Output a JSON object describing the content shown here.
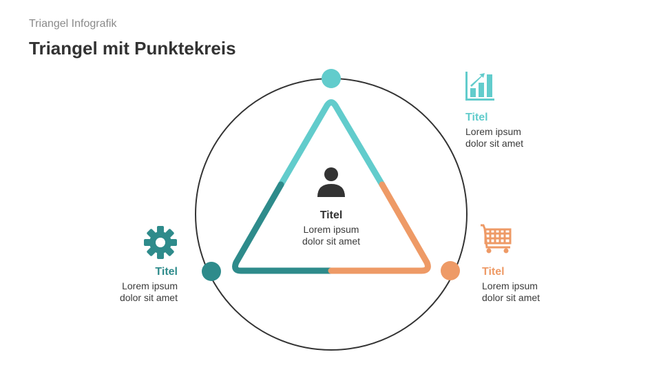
{
  "header": {
    "subtitle": "Triangel Infografik",
    "title": "Triangel mit Punktekreis"
  },
  "colors": {
    "light_teal": "#62CCCC",
    "dark_teal": "#2E8B8B",
    "orange": "#EE9A66",
    "circle": "#333333"
  },
  "center": {
    "title": "Titel",
    "line1": "Lorem ipsum",
    "line2": "dolor sit amet",
    "icon": "person-icon"
  },
  "items": [
    {
      "title": "Titel",
      "line1": "Lorem ipsum",
      "line2": "dolor sit amet",
      "icon": "bar-chart-growth-icon"
    },
    {
      "title": "Titel",
      "line1": "Lorem ipsum",
      "line2": "dolor sit amet",
      "icon": "shopping-cart-icon"
    },
    {
      "title": "Titel",
      "line1": "Lorem ipsum",
      "line2": "dolor sit amet",
      "icon": "gear-icon"
    }
  ]
}
